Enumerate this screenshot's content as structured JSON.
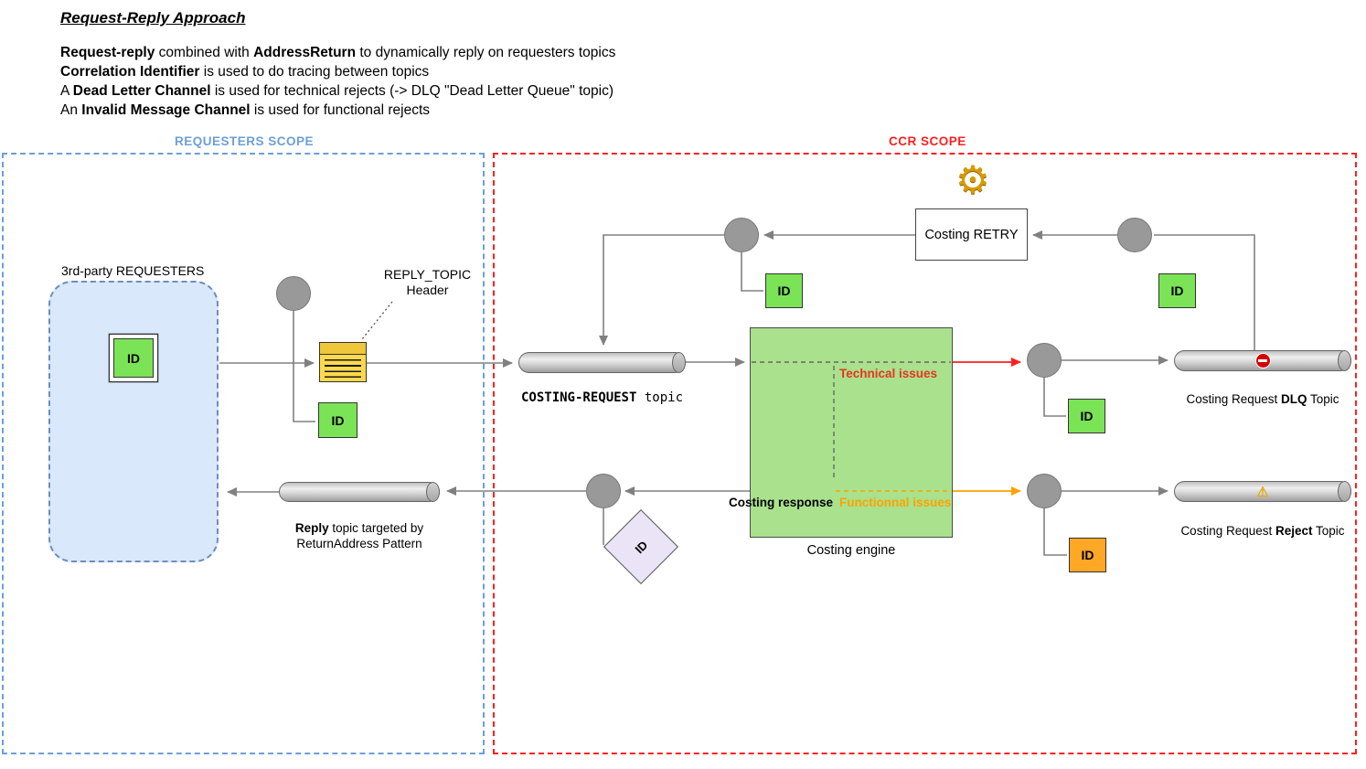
{
  "header": {
    "title": "Request-Reply Approach",
    "line1": {
      "b1": "Request-reply",
      "t1": " combined with ",
      "b2": "AddressReturn",
      "t2": " to dynamically reply on requesters topics"
    },
    "line2": {
      "b1": "Correlation Identifier",
      "t1": " is used to do tracing between topics"
    },
    "line3": {
      "t0": "A ",
      "b1": "Dead Letter Channel",
      "t1": " is used for technical rejects (-> DLQ \"Dead Letter Queue\" topic)"
    },
    "line4": {
      "t0": "An ",
      "b1": "Invalid Message Channel",
      "t1": " is used for functional rejects"
    }
  },
  "scopes": {
    "requesters": {
      "label": "REQUESTERS SCOPE",
      "color": "#6C9FD8"
    },
    "ccr": {
      "label": "CCR SCOPE",
      "color": "#FF1F1F"
    }
  },
  "requesters_group": {
    "title": "3rd-party REQUESTERS",
    "id_badge": "ID"
  },
  "envelope": {
    "note_line1": "REPLY_TOPIC",
    "note_line2": "Header",
    "id_badge": "ID"
  },
  "retry": {
    "label": "Costing RETRY",
    "gear_glyph": "⚙",
    "id_left": "ID",
    "id_right": "ID"
  },
  "topics": {
    "costing_request": {
      "name": "COSTING-REQUEST",
      "suffix": " topic"
    },
    "reply": {
      "bold": "Reply",
      "rest": " topic targeted by",
      "line2": "ReturnAddress Pattern"
    },
    "dlq": {
      "pre": "Costing Request ",
      "bold": "DLQ",
      "post": " Topic"
    },
    "reject": {
      "pre": "Costing Request ",
      "bold": "Reject",
      "post": " Topic",
      "icon_glyph": "⚠"
    }
  },
  "engine": {
    "label": "Costing engine",
    "technical_label": "Technical issues",
    "functional_label": "Functionnal issues",
    "response_label": "Costing response",
    "id_dlq": "ID",
    "id_reject": "ID",
    "id_response": "ID"
  },
  "colors": {
    "requesters_scope_blue": "#6C9FD8",
    "ccr_scope_red": "#FF1F1F",
    "id_green": "#7BE356",
    "id_orange": "#FFA826",
    "engine_green": "#A9E18C",
    "requesters_fill_blue": "#DAE8FC",
    "envelope_yellow": "#FFD94D",
    "diamond_purple": "#EAE4F6",
    "technical_red": "#EA3323",
    "functional_orange": "#FFA200",
    "connector_gray": "#808080"
  }
}
